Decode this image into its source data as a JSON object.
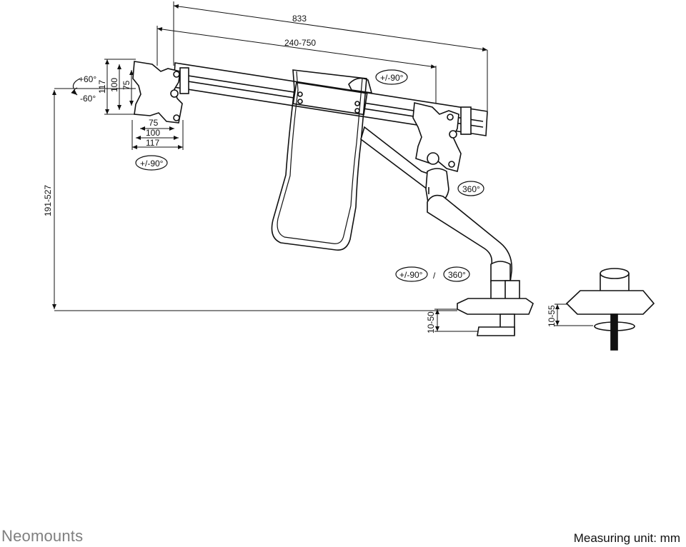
{
  "dimensions": {
    "total_width": "833",
    "arm_range": "240-750",
    "height_range": "191-527",
    "vesa_outer": "117",
    "vesa_mid": "100",
    "vesa_inner": "75",
    "clamp_range": "10-50",
    "grommet_range": "10-55"
  },
  "rotations": {
    "tilt_up": "+60°",
    "tilt_down": "-60°",
    "left_rotate": "+/-90°",
    "top_rotate": "+/-90°",
    "pivot_360": "360°",
    "base_rotate": "+/-90°",
    "base_360": "360°",
    "separator": "/"
  },
  "footer": {
    "brand": "Neomounts",
    "unit_text": "Measuring unit: mm"
  },
  "colors": {
    "line": "#111111",
    "brand_gray": "#7f7f7f"
  }
}
